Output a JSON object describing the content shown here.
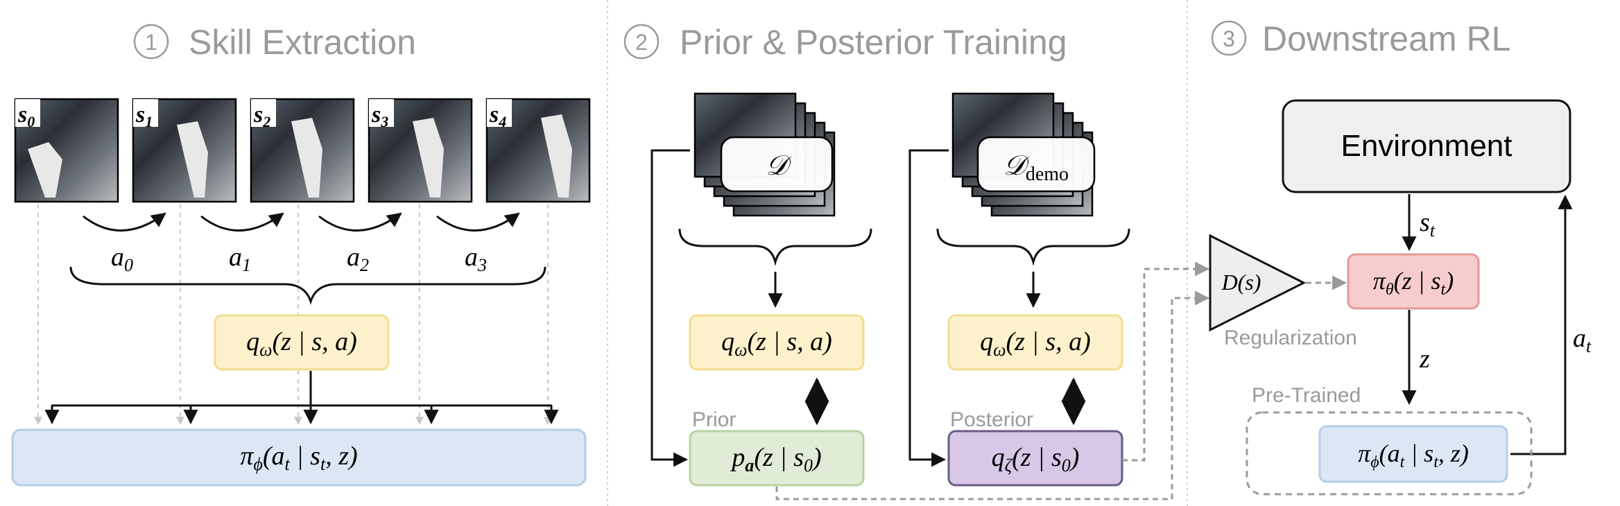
{
  "colors": {
    "header": "#9a9a9a",
    "encoder_fill": "#fdf1cc",
    "encoder_stroke": "#f3dc8e",
    "policy_fill": "#dbe7f4",
    "policy_stroke": "#b4cde6",
    "prior_fill": "#e1ecd6",
    "prior_stroke": "#b7d2a0",
    "posterior_fill": "#d6c8e6",
    "posterior_stroke": "#6a5a84",
    "highpolicy_fill": "#f7cccc",
    "highpolicy_stroke": "#e49a9a",
    "env_fill": "#efefef",
    "disc_fill": "#eeeeee",
    "arrow": "#111111",
    "dashed": "#9a9a9a"
  },
  "sections": [
    {
      "num": "1",
      "title": "Skill Extraction"
    },
    {
      "num": "2",
      "title": "Prior & Posterior Training"
    },
    {
      "num": "3",
      "title": "Downstream RL"
    }
  ],
  "skill_extraction": {
    "states": [
      {
        "base": "s",
        "sub": "0"
      },
      {
        "base": "s",
        "sub": "1"
      },
      {
        "base": "s",
        "sub": "2"
      },
      {
        "base": "s",
        "sub": "3"
      },
      {
        "base": "s",
        "sub": "4"
      }
    ],
    "actions": [
      {
        "base": "a",
        "sub": "0"
      },
      {
        "base": "a",
        "sub": "1"
      },
      {
        "base": "a",
        "sub": "2"
      },
      {
        "base": "a",
        "sub": "3"
      }
    ],
    "encoder": {
      "base": "q",
      "sub": "ω",
      "args": "(z | s, a)"
    },
    "policy": {
      "base": "π",
      "sub": "ϕ",
      "args": "(a",
      "sub2": "t",
      "args2": " | s",
      "sub3": "t",
      "args3": ", z)"
    }
  },
  "prior_posterior": {
    "dataset": {
      "label": "𝒟"
    },
    "demo_dataset": {
      "label": "𝒟",
      "sub": "demo"
    },
    "encoder_left": {
      "base": "q",
      "sub": "ω",
      "args": "(z | s, a)"
    },
    "encoder_right": {
      "base": "q",
      "sub": "ω",
      "args": "(z | s, a)"
    },
    "prior_label": "Prior",
    "posterior_label": "Posterior",
    "prior": {
      "base": "p",
      "sub": "a",
      "args": "(z | s",
      "sub2": "0",
      "args2": ")"
    },
    "posterior": {
      "base": "q",
      "sub": "ζ",
      "args": "(z | s",
      "sub2": "0",
      "args2": ")"
    }
  },
  "downstream": {
    "environment": "Environment",
    "discriminator": "D(s)",
    "regularization": "Regularization",
    "pretrained": "Pre-Trained",
    "high_policy": {
      "base": "π",
      "sub": "θ",
      "args": "(z | s",
      "sub2": "t",
      "args2": ")"
    },
    "low_policy": {
      "base": "π",
      "sub": "ϕ",
      "args": "(a",
      "sub2": "t",
      "args2": " | s",
      "sub3": "t",
      "args3": ", z)"
    },
    "state_label": {
      "base": "s",
      "sub": "t"
    },
    "z_label": "z",
    "action_label": {
      "base": "a",
      "sub": "t"
    }
  }
}
